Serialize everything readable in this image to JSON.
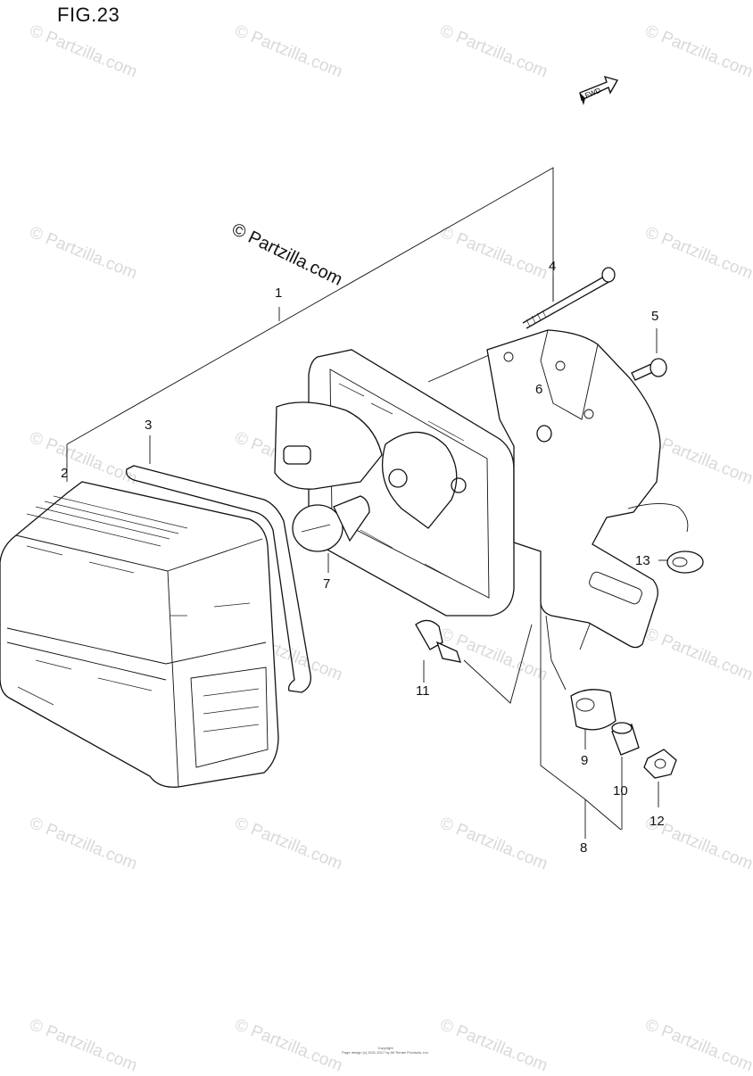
{
  "figure": {
    "title": "FIG.23",
    "fwd_label": "FWD",
    "center_watermark": "© Partzilla.com",
    "watermark_text": "© Partzilla.com",
    "copyright_line1": "Copyright",
    "copyright_line2": "Page design (c) 2011-2017 by All Terrain Products, Inc."
  },
  "callouts": [
    {
      "id": "1",
      "label": "1"
    },
    {
      "id": "2",
      "label": "2"
    },
    {
      "id": "3",
      "label": "3"
    },
    {
      "id": "4",
      "label": "4"
    },
    {
      "id": "5",
      "label": "5"
    },
    {
      "id": "6",
      "label": "6"
    },
    {
      "id": "7",
      "label": "7"
    },
    {
      "id": "8",
      "label": "8"
    },
    {
      "id": "9",
      "label": "9"
    },
    {
      "id": "10",
      "label": "10"
    },
    {
      "id": "11",
      "label": "11"
    },
    {
      "id": "12",
      "label": "12"
    },
    {
      "id": "13",
      "label": "13"
    }
  ],
  "icons": {
    "fwd_arrow": "fwd-arrow-icon"
  }
}
